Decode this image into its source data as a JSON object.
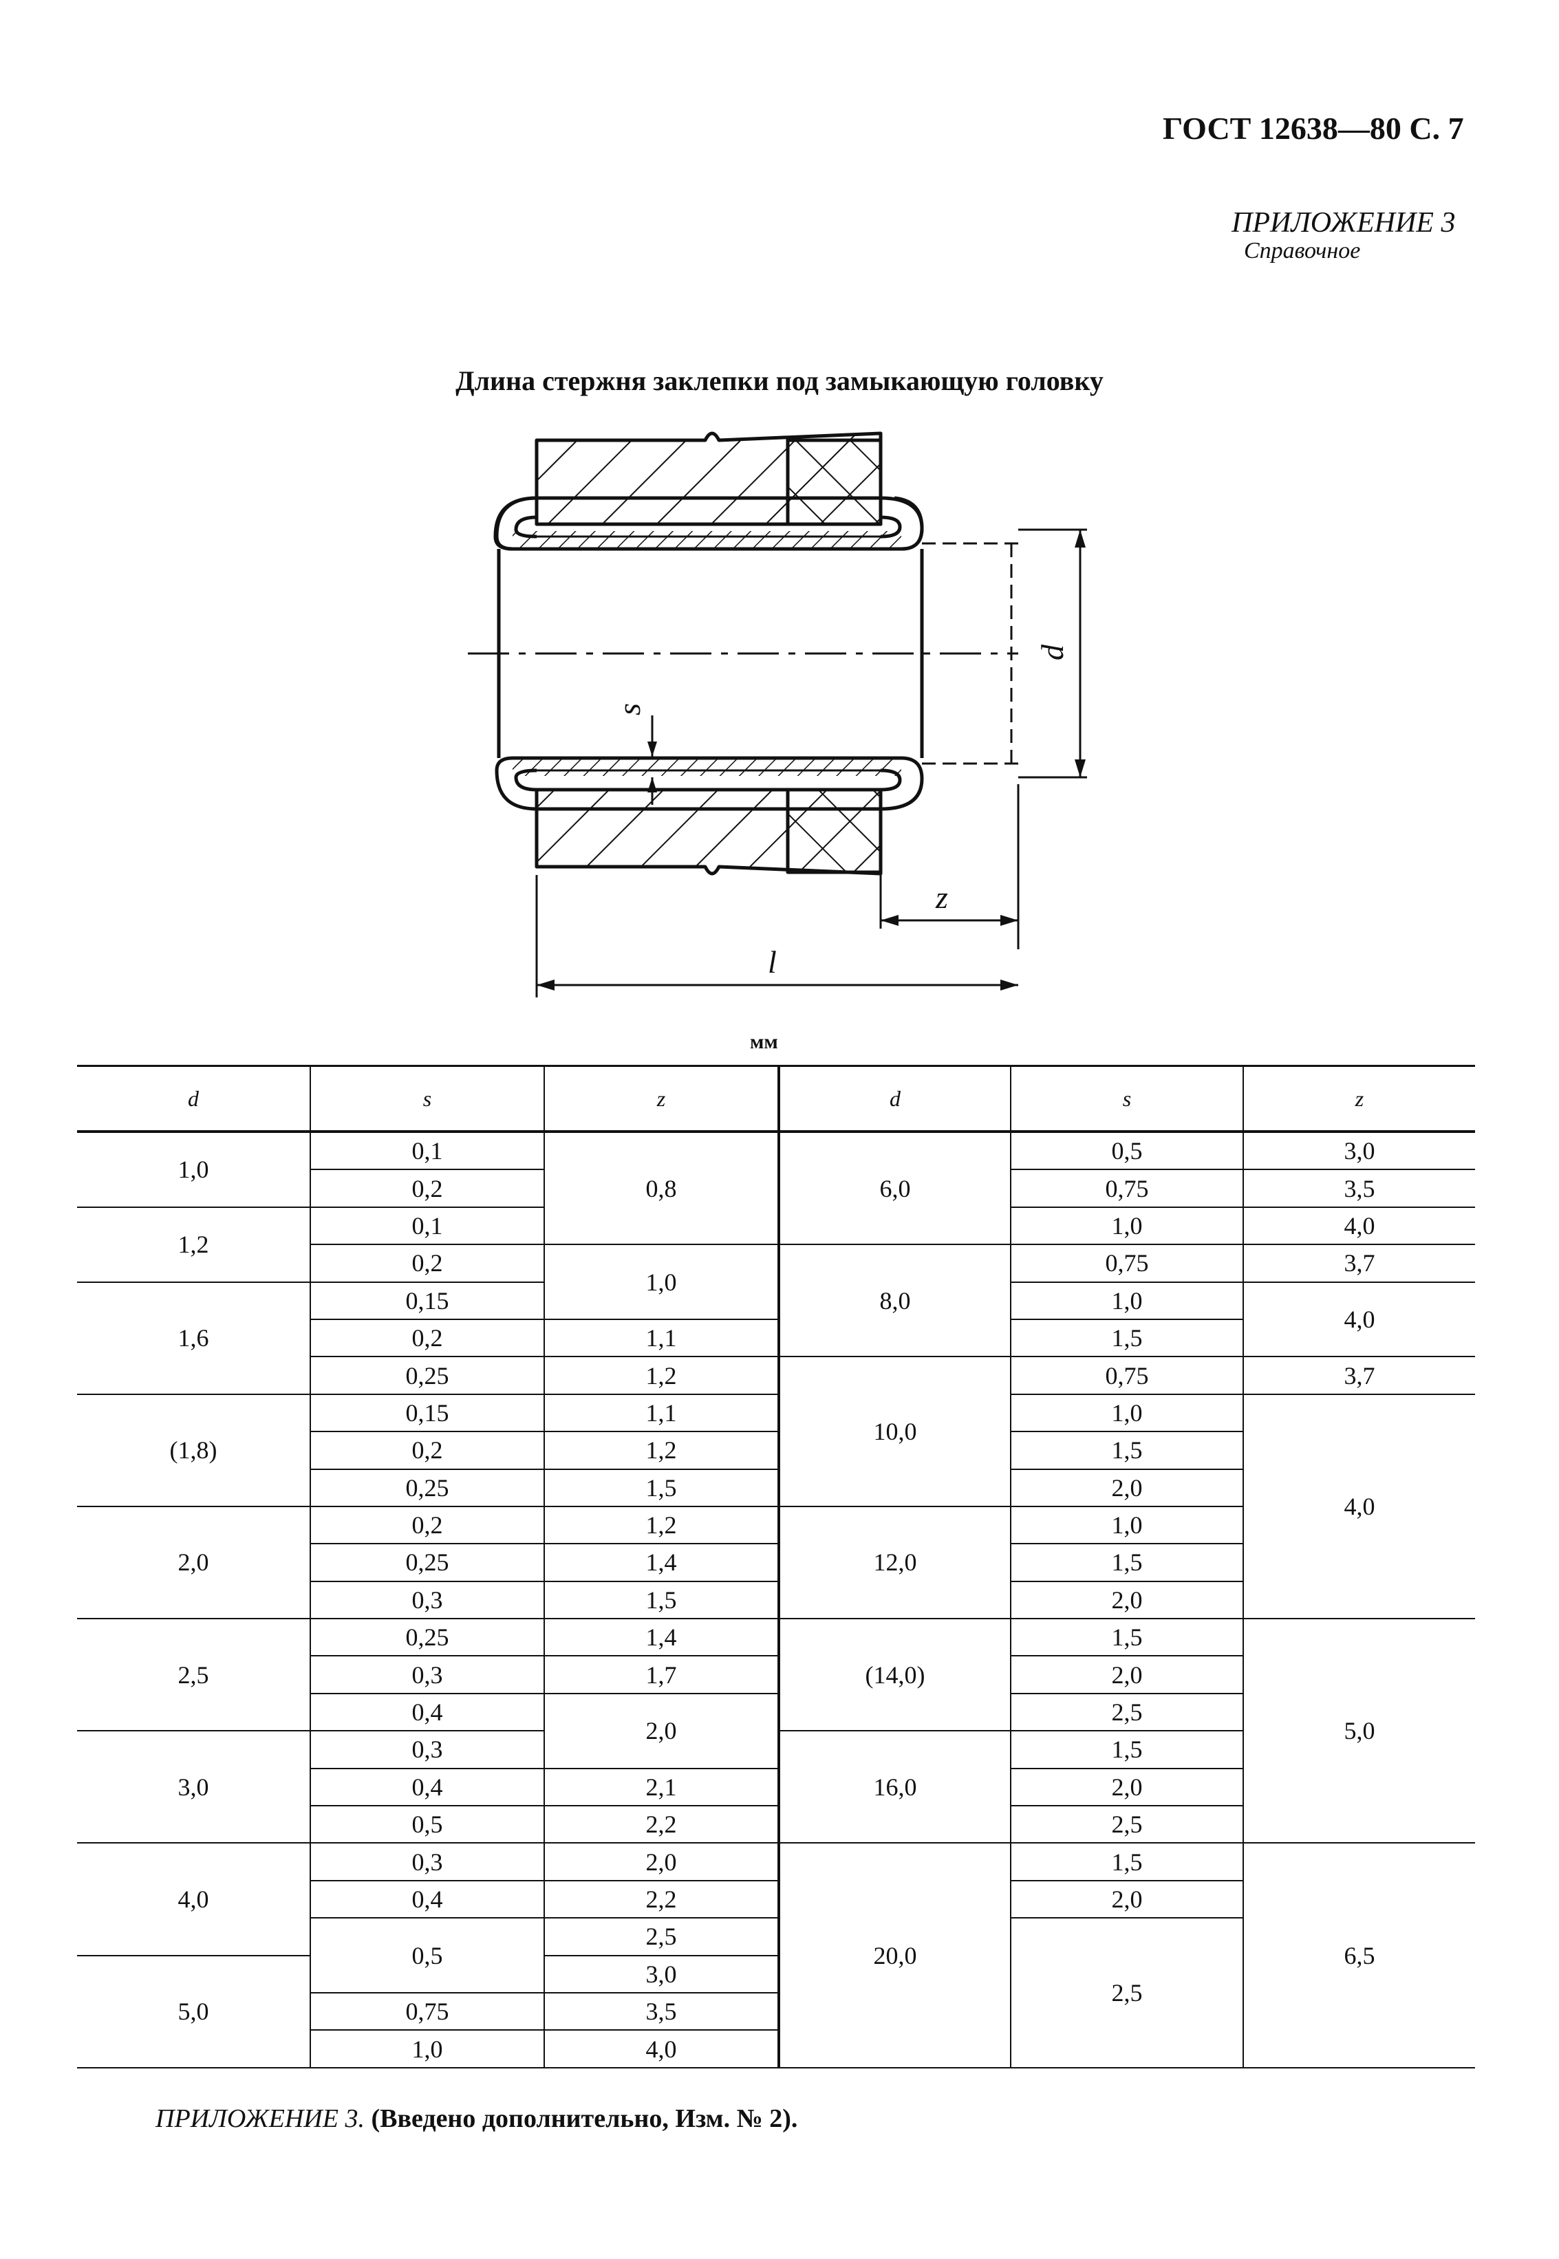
{
  "header": {
    "standard": "ГОСТ 12638—80 С. 7",
    "appendix_title": "ПРИЛОЖЕНИЕ 3",
    "appendix_subtitle": "Справочное"
  },
  "figure": {
    "title": "Длина стержня заклепки под замыкающую головку",
    "labels": {
      "d": "d",
      "s": "s",
      "z": "z",
      "l": "l"
    }
  },
  "units": "мм",
  "table": {
    "headers": [
      "d",
      "s",
      "z",
      "d",
      "s",
      "z"
    ],
    "left": {
      "d": [
        {
          "v": "1,0",
          "r": 1,
          "s": 2
        },
        {
          "v": "1,2",
          "r": 3,
          "s": 2
        },
        {
          "v": "1,6",
          "r": 5,
          "s": 3
        },
        {
          "v": "(1,8)",
          "r": 8,
          "s": 3
        },
        {
          "v": "2,0",
          "r": 11,
          "s": 3
        },
        {
          "v": "2,5",
          "r": 14,
          "s": 3
        },
        {
          "v": "3,0",
          "r": 17,
          "s": 3
        },
        {
          "v": "4,0",
          "r": 20,
          "s": 3
        },
        {
          "v": "5,0",
          "r": 23,
          "s": 3
        }
      ],
      "s": [
        {
          "v": "0,1",
          "r": 1,
          "s": 1
        },
        {
          "v": "0,2",
          "r": 2,
          "s": 1
        },
        {
          "v": "0,1",
          "r": 3,
          "s": 1
        },
        {
          "v": "0,2",
          "r": 4,
          "s": 1
        },
        {
          "v": "0,15",
          "r": 5,
          "s": 1
        },
        {
          "v": "0,2",
          "r": 6,
          "s": 1
        },
        {
          "v": "0,25",
          "r": 7,
          "s": 1
        },
        {
          "v": "0,15",
          "r": 8,
          "s": 1
        },
        {
          "v": "0,2",
          "r": 9,
          "s": 1
        },
        {
          "v": "0,25",
          "r": 10,
          "s": 1
        },
        {
          "v": "0,2",
          "r": 11,
          "s": 1
        },
        {
          "v": "0,25",
          "r": 12,
          "s": 1
        },
        {
          "v": "0,3",
          "r": 13,
          "s": 1
        },
        {
          "v": "0,25",
          "r": 14,
          "s": 1
        },
        {
          "v": "0,3",
          "r": 15,
          "s": 1
        },
        {
          "v": "0,4",
          "r": 16,
          "s": 1
        },
        {
          "v": "0,3",
          "r": 17,
          "s": 1
        },
        {
          "v": "0,4",
          "r": 18,
          "s": 1
        },
        {
          "v": "0,5",
          "r": 19,
          "s": 1
        },
        {
          "v": "0,3",
          "r": 20,
          "s": 1
        },
        {
          "v": "0,4",
          "r": 21,
          "s": 1
        },
        {
          "v": "0,5",
          "r": 22,
          "s": 2
        },
        {
          "v": "0,75",
          "r": 24,
          "s": 1
        },
        {
          "v": "1,0",
          "r": 25,
          "s": 1
        }
      ],
      "z": [
        {
          "v": "0,8",
          "r": 1,
          "s": 3
        },
        {
          "v": "1,0",
          "r": 4,
          "s": 2
        },
        {
          "v": "1,1",
          "r": 6,
          "s": 1
        },
        {
          "v": "1,2",
          "r": 7,
          "s": 1
        },
        {
          "v": "1,1",
          "r": 8,
          "s": 1
        },
        {
          "v": "1,2",
          "r": 9,
          "s": 1
        },
        {
          "v": "1,5",
          "r": 10,
          "s": 1
        },
        {
          "v": "1,2",
          "r": 11,
          "s": 1
        },
        {
          "v": "1,4",
          "r": 12,
          "s": 1
        },
        {
          "v": "1,5",
          "r": 13,
          "s": 1
        },
        {
          "v": "1,4",
          "r": 14,
          "s": 1
        },
        {
          "v": "1,7",
          "r": 15,
          "s": 1
        },
        {
          "v": "2,0",
          "r": 16,
          "s": 2
        },
        {
          "v": "2,1",
          "r": 18,
          "s": 1
        },
        {
          "v": "2,2",
          "r": 19,
          "s": 1
        },
        {
          "v": "2,0",
          "r": 20,
          "s": 1
        },
        {
          "v": "2,2",
          "r": 21,
          "s": 1
        },
        {
          "v": "2,5",
          "r": 22,
          "s": 1
        },
        {
          "v": "3,0",
          "r": 23,
          "s": 1
        },
        {
          "v": "3,5",
          "r": 24,
          "s": 1
        },
        {
          "v": "4,0",
          "r": 25,
          "s": 1
        }
      ]
    },
    "right": {
      "d": [
        {
          "v": "6,0",
          "r": 1,
          "s": 3
        },
        {
          "v": "8,0",
          "r": 4,
          "s": 3
        },
        {
          "v": "10,0",
          "r": 7,
          "s": 4
        },
        {
          "v": "12,0",
          "r": 11,
          "s": 3
        },
        {
          "v": "(14,0)",
          "r": 14,
          "s": 3
        },
        {
          "v": "16,0",
          "r": 17,
          "s": 3
        },
        {
          "v": "20,0",
          "r": 20,
          "s": 6
        }
      ],
      "s": [
        {
          "v": "0,5",
          "r": 1,
          "s": 1
        },
        {
          "v": "0,75",
          "r": 2,
          "s": 1
        },
        {
          "v": "1,0",
          "r": 3,
          "s": 1
        },
        {
          "v": "0,75",
          "r": 4,
          "s": 1
        },
        {
          "v": "1,0",
          "r": 5,
          "s": 1
        },
        {
          "v": "1,5",
          "r": 6,
          "s": 1
        },
        {
          "v": "0,75",
          "r": 7,
          "s": 1
        },
        {
          "v": "1,0",
          "r": 8,
          "s": 1
        },
        {
          "v": "1,5",
          "r": 9,
          "s": 1
        },
        {
          "v": "2,0",
          "r": 10,
          "s": 1
        },
        {
          "v": "1,0",
          "r": 11,
          "s": 1
        },
        {
          "v": "1,5",
          "r": 12,
          "s": 1
        },
        {
          "v": "2,0",
          "r": 13,
          "s": 1
        },
        {
          "v": "1,5",
          "r": 14,
          "s": 1
        },
        {
          "v": "2,0",
          "r": 15,
          "s": 1
        },
        {
          "v": "2,5",
          "r": 16,
          "s": 1
        },
        {
          "v": "1,5",
          "r": 17,
          "s": 1
        },
        {
          "v": "2,0",
          "r": 18,
          "s": 1
        },
        {
          "v": "2,5",
          "r": 19,
          "s": 1
        },
        {
          "v": "1,5",
          "r": 20,
          "s": 1
        },
        {
          "v": "2,0",
          "r": 21,
          "s": 1
        },
        {
          "v": "2,5",
          "r": 22,
          "s": 4
        }
      ],
      "z": [
        {
          "v": "3,0",
          "r": 1,
          "s": 1
        },
        {
          "v": "3,5",
          "r": 2,
          "s": 1
        },
        {
          "v": "4,0",
          "r": 3,
          "s": 1
        },
        {
          "v": "3,7",
          "r": 4,
          "s": 1
        },
        {
          "v": "4,0",
          "r": 5,
          "s": 2
        },
        {
          "v": "3,7",
          "r": 7,
          "s": 1
        },
        {
          "v": "4,0",
          "r": 8,
          "s": 6
        },
        {
          "v": "5,0",
          "r": 14,
          "s": 6
        },
        {
          "v": "6,5",
          "r": 20,
          "s": 6
        }
      ]
    }
  },
  "note": {
    "label": "ПРИЛОЖЕНИЕ 3.",
    "text": "(Введено дополнительно, Изм. № 2)."
  }
}
